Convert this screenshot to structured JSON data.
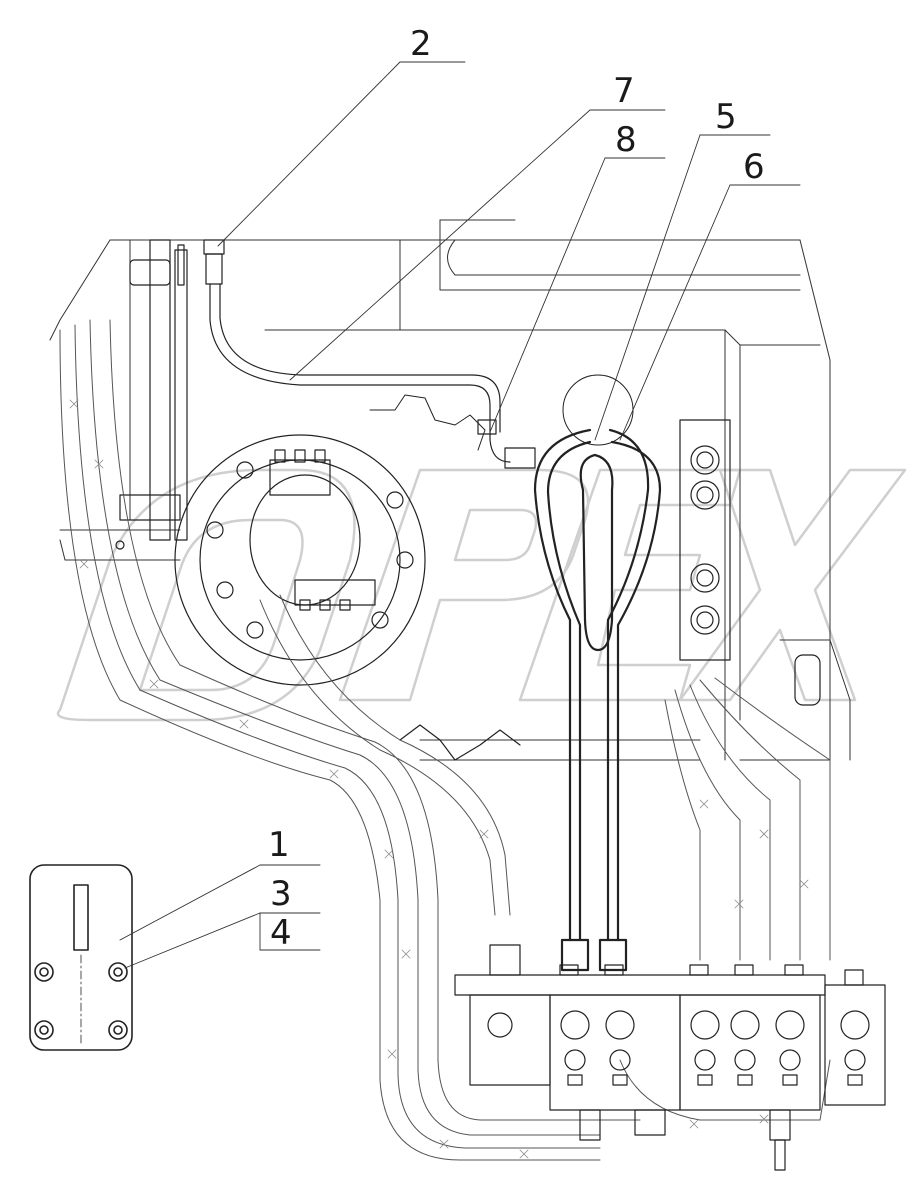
{
  "callouts": {
    "c1": "1",
    "c2": "2",
    "c3": "3",
    "c4": "4",
    "c5": "5",
    "c6": "6",
    "c7": "7",
    "c8": "8"
  },
  "colors": {
    "line": "#222222",
    "hose_pattern": "#777777",
    "watermark": "#d6d6d6"
  }
}
